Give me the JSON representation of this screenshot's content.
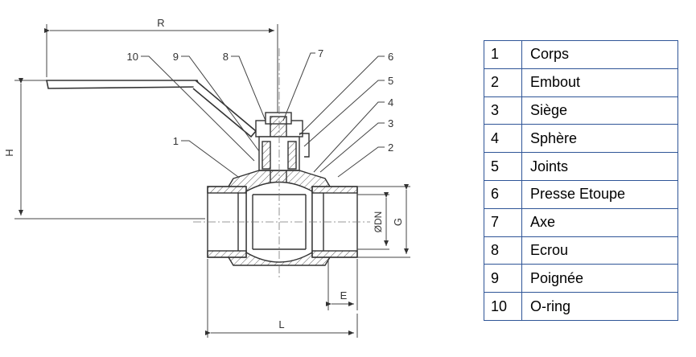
{
  "dimensions": {
    "R": "R",
    "H": "H",
    "L": "L",
    "E": "E",
    "G": "G",
    "DN": "ØDN"
  },
  "callouts": [
    "1",
    "2",
    "3",
    "4",
    "5",
    "6",
    "7",
    "8",
    "9",
    "10"
  ],
  "parts": [
    {
      "num": "1",
      "name": "Corps"
    },
    {
      "num": "2",
      "name": "Embout"
    },
    {
      "num": "3",
      "name": "Siège"
    },
    {
      "num": "4",
      "name": "Sphère"
    },
    {
      "num": "5",
      "name": "Joints"
    },
    {
      "num": "6",
      "name": "Presse Etoupe"
    },
    {
      "num": "7",
      "name": "Axe"
    },
    {
      "num": "8",
      "name": "Ecrou"
    },
    {
      "num": "9",
      "name": "Poignée"
    },
    {
      "num": "10",
      "name": "O-ring"
    }
  ]
}
